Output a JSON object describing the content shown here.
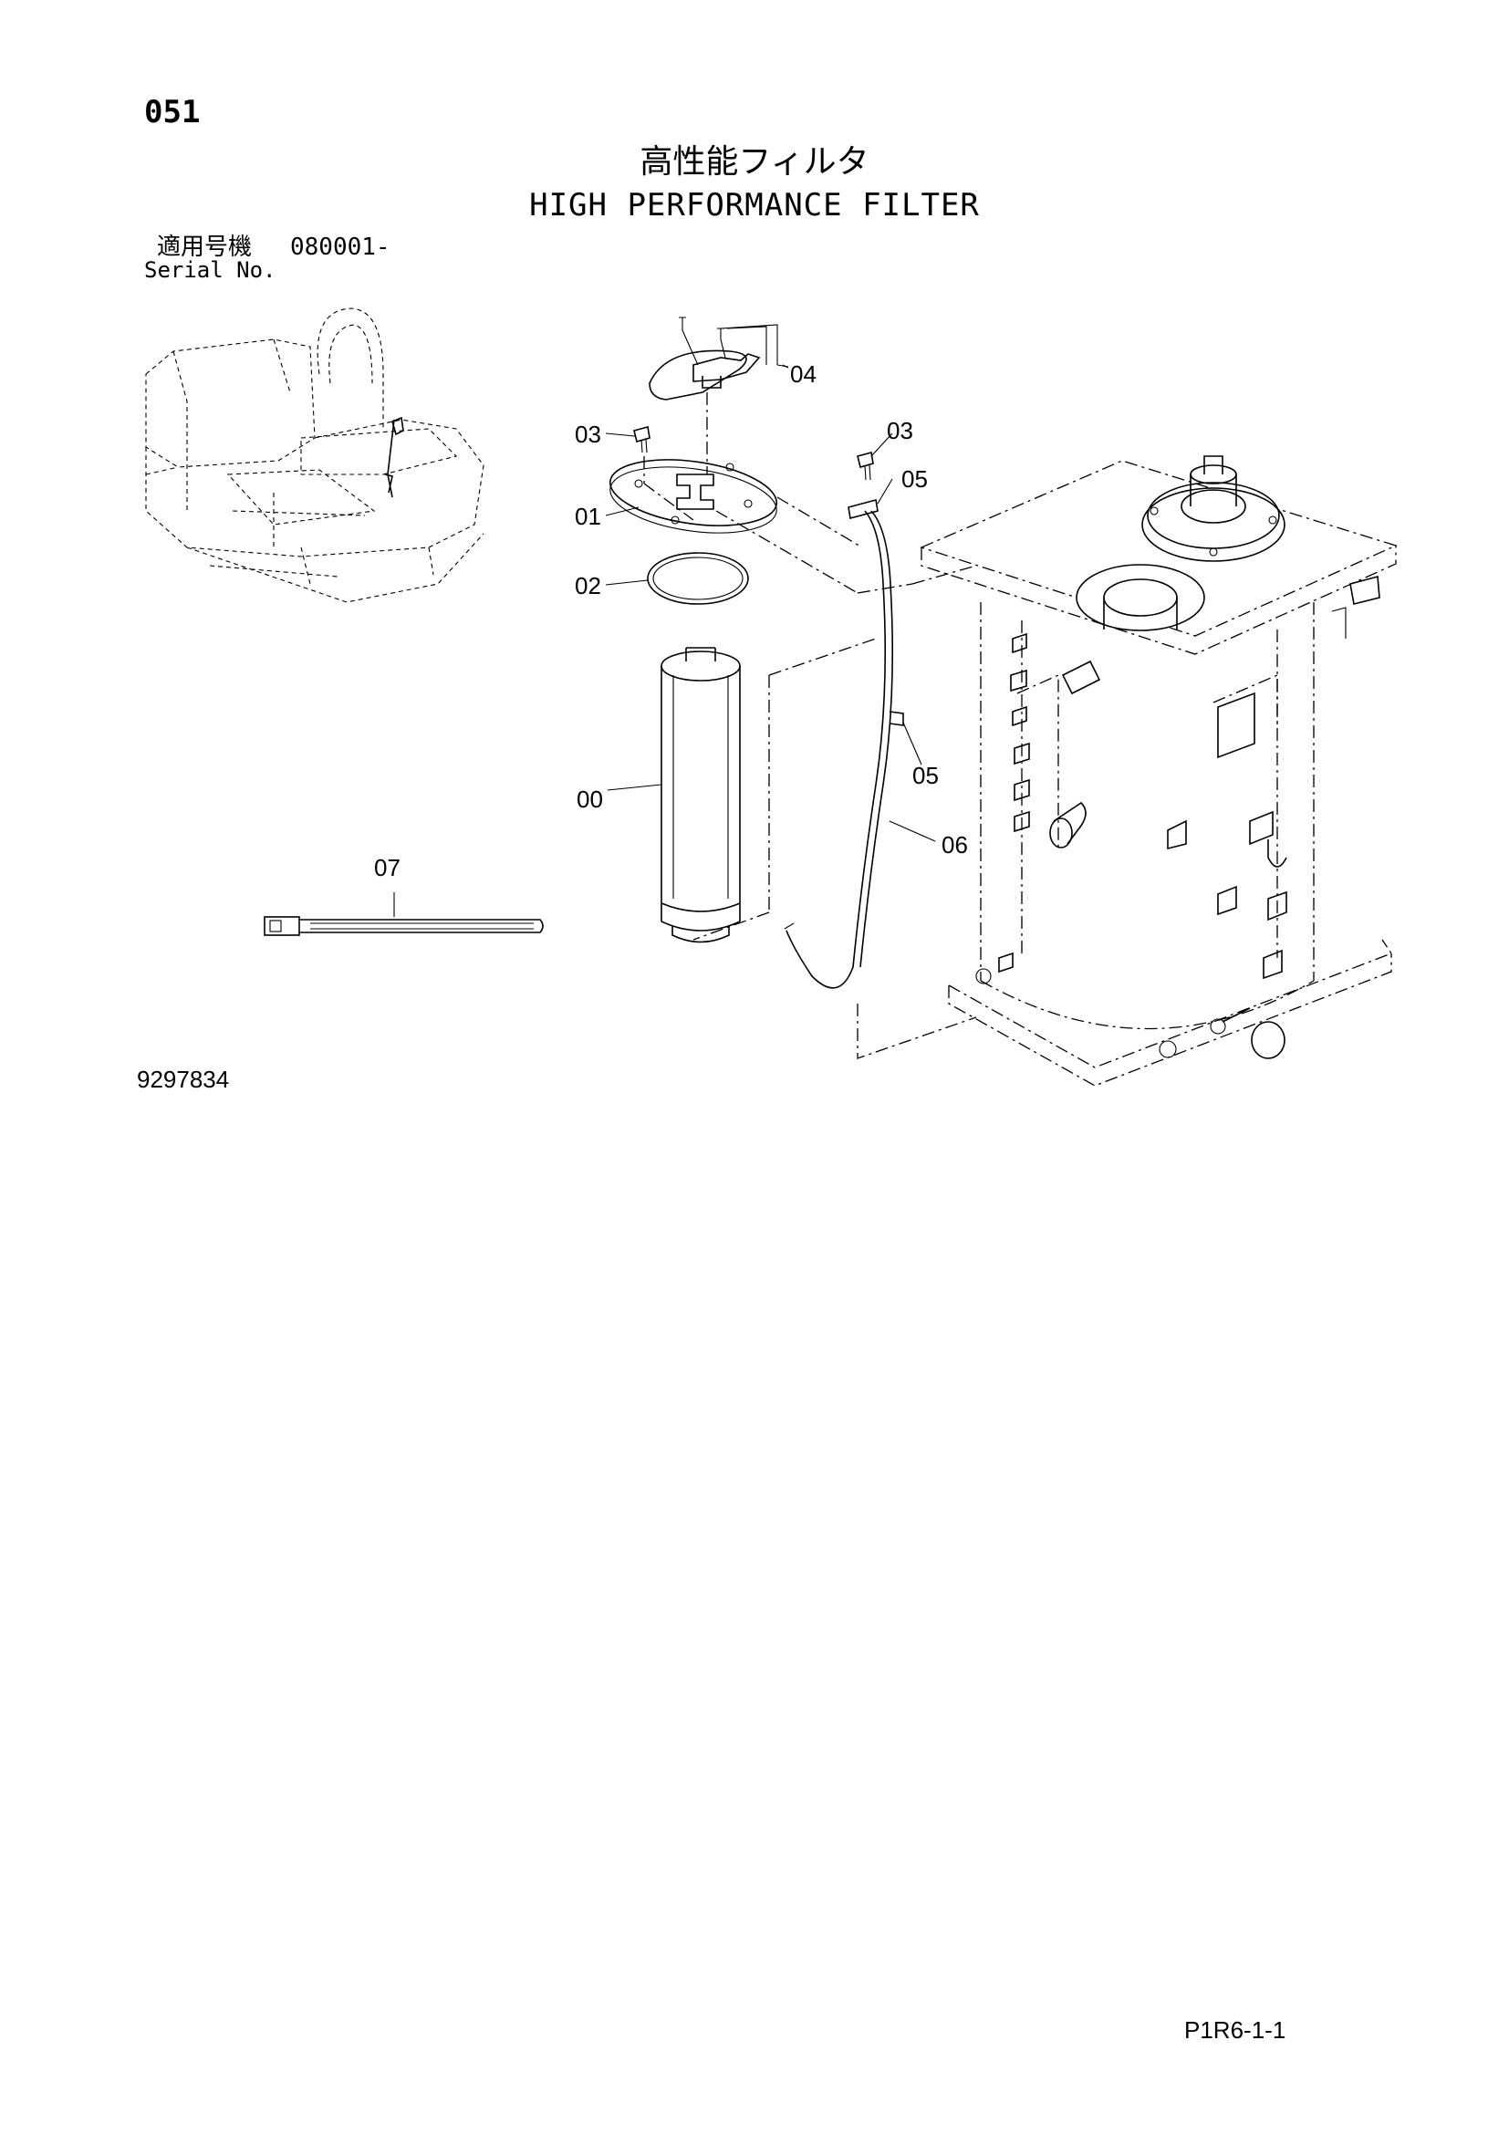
{
  "header": {
    "page_number": "051",
    "title_jp": "高性能フィルタ",
    "title_en": "HIGH PERFORMANCE FILTER"
  },
  "serial": {
    "label_jp": "適用号機",
    "range": "080001-",
    "label_en": "Serial No."
  },
  "callouts": {
    "c00": "00",
    "c01": "01",
    "c02": "02",
    "c03a": "03",
    "c03b": "03",
    "c04": "04",
    "c05a": "05",
    "c05b": "05",
    "c06": "06",
    "c07": "07"
  },
  "footer": {
    "drawing_number": "9297834",
    "page_ref": "P1R6-1-1"
  }
}
